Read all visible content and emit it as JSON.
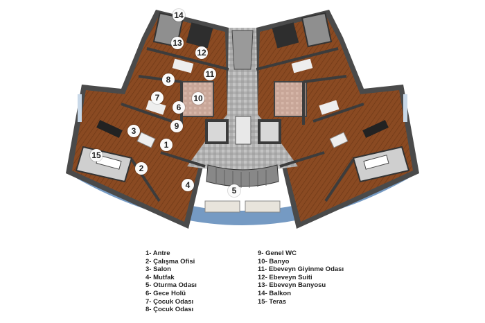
{
  "plan": {
    "room_numbers": [
      {
        "id": "n1",
        "label": "1"
      },
      {
        "id": "n2",
        "label": "2"
      },
      {
        "id": "n3",
        "label": "3"
      },
      {
        "id": "n4",
        "label": "4"
      },
      {
        "id": "n5",
        "label": "5"
      },
      {
        "id": "n6",
        "label": "6"
      },
      {
        "id": "n7",
        "label": "7"
      },
      {
        "id": "n8",
        "label": "8"
      },
      {
        "id": "n9",
        "label": "9"
      },
      {
        "id": "n10",
        "label": "10"
      },
      {
        "id": "n11",
        "label": "11"
      },
      {
        "id": "n12",
        "label": "12"
      },
      {
        "id": "n13",
        "label": "13"
      },
      {
        "id": "n14",
        "label": "14"
      },
      {
        "id": "n15",
        "label": "15"
      }
    ],
    "colors": {
      "floor_wood": "#8a4a22",
      "wall": "#4a4a4a",
      "stair_gray": "#9c9c9c",
      "terrace_blue": "#5d88b8"
    }
  },
  "legend": {
    "left": [
      "1-  Antre",
      "2- Çalışma Ofisi",
      "3- Salon",
      "4- Mutfak",
      "5- Oturma Odası",
      "6- Gece Holü",
      "7- Çocuk Odası",
      "8- Çocuk Odası"
    ],
    "right": [
      "9-   Genel WC",
      "10- Banyo",
      "11- Ebeveyn Giyinme Odası",
      "12- Ebeveyn Suiti",
      "13- Ebeveyn Banyosu",
      "14- Balkon",
      "15- Teras"
    ]
  }
}
